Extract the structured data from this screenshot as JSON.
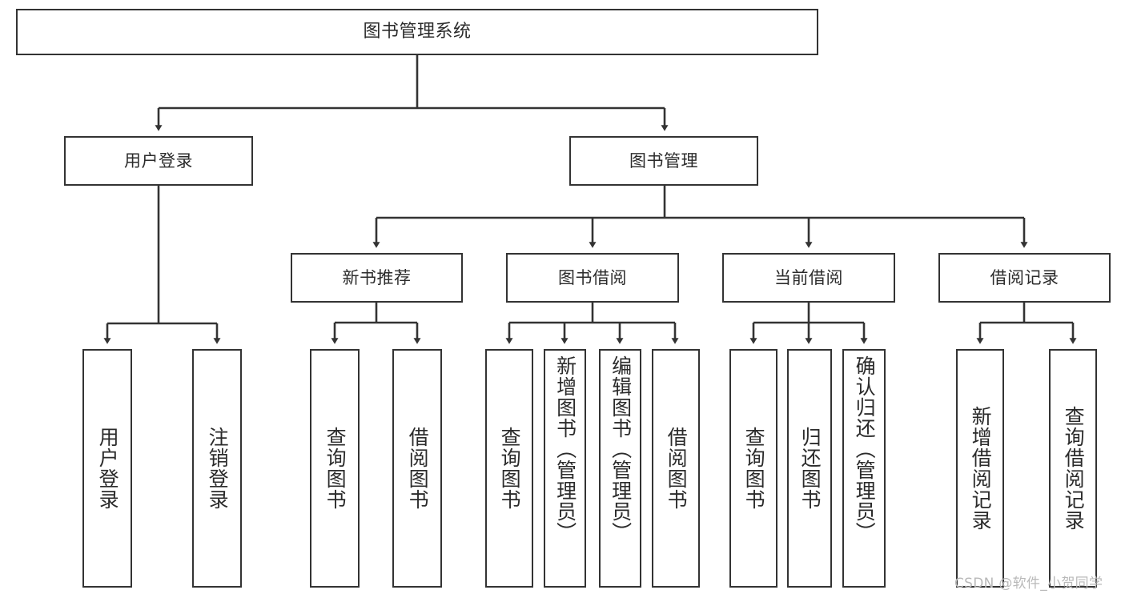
{
  "diagram": {
    "title": "图书管理系统",
    "type": "tree-hierarchy-diagram",
    "colors": {
      "box_border": "#333333",
      "box_fill": "#ffffff",
      "connector": "#333333",
      "text": "#2b2b2b",
      "watermark": "#b9b9b9",
      "background": "#ffffff"
    },
    "root": {
      "label": "图书管理系统"
    },
    "level2": [
      {
        "label": "用户登录"
      },
      {
        "label": "图书管理"
      }
    ],
    "level3": [
      {
        "label": "新书推荐"
      },
      {
        "label": "图书借阅"
      },
      {
        "label": "当前借阅"
      },
      {
        "label": "借阅记录"
      }
    ],
    "leaves": {
      "user_login": [
        {
          "label": "用户登录"
        },
        {
          "label": "注销登录"
        }
      ],
      "new_book_recommend": [
        {
          "label": "查询图书"
        },
        {
          "label": "借阅图书"
        }
      ],
      "book_borrow": [
        {
          "label": "查询图书"
        },
        {
          "label": "新增图书（管理员）"
        },
        {
          "label": "编辑图书（管理员）"
        },
        {
          "label": "借阅图书"
        }
      ],
      "current_borrow": [
        {
          "label": "查询图书"
        },
        {
          "label": "归还图书"
        },
        {
          "label": "确认归还（管理员）"
        }
      ],
      "borrow_records": [
        {
          "label": "新增借阅记录"
        },
        {
          "label": "查询借阅记录"
        }
      ]
    }
  },
  "watermark": {
    "text": "CSDN @软件_小贺同学"
  }
}
